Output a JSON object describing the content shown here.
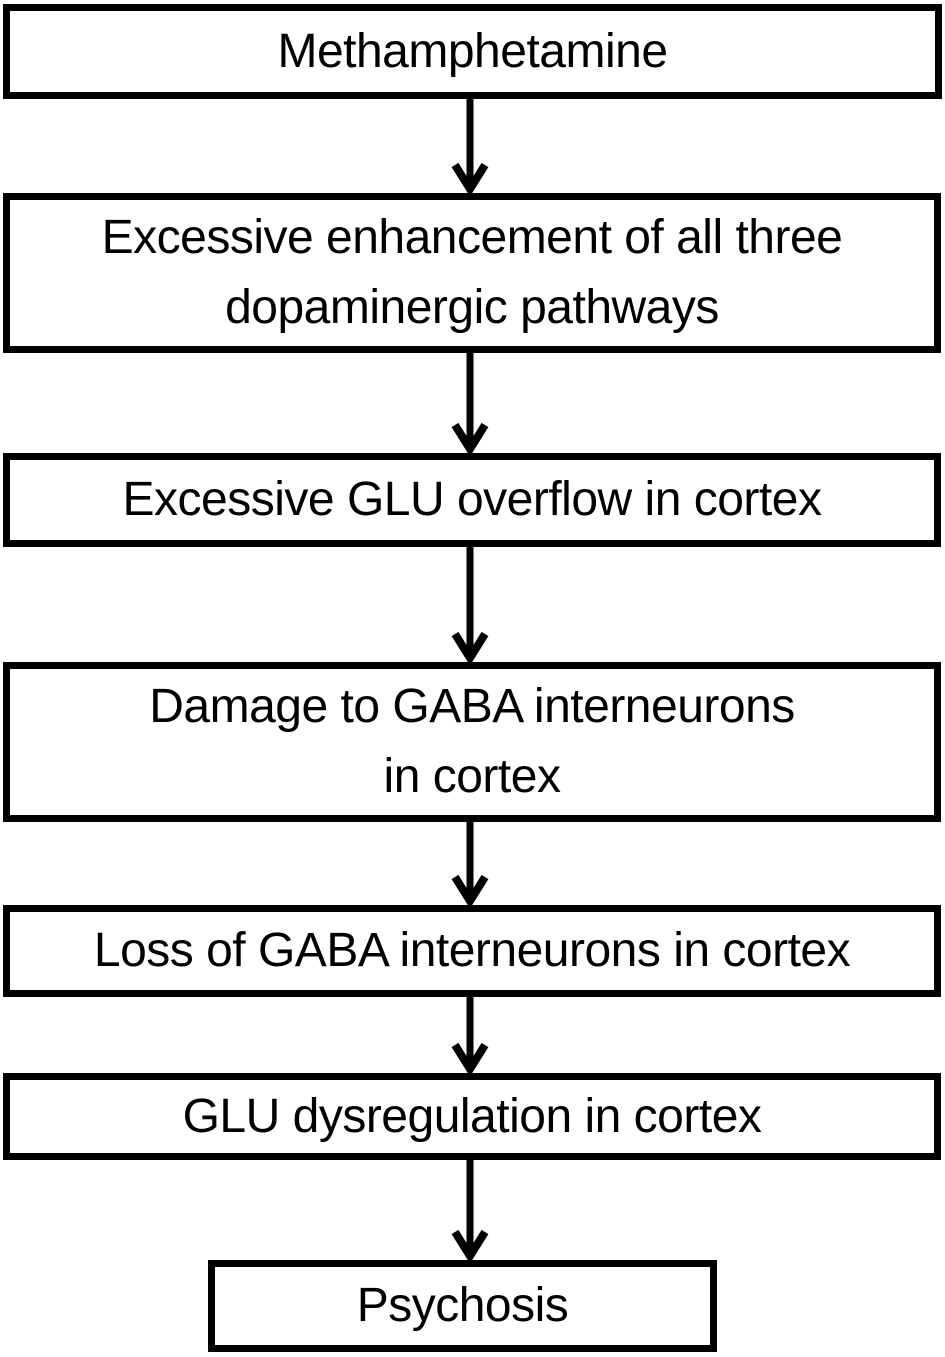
{
  "diagram": {
    "type": "flowchart",
    "direction": "top-down",
    "colors": {
      "background": "#ffffff",
      "box_fill": "#ffffff",
      "box_border": "#000000",
      "text": "#000000",
      "arrow": "#000000"
    },
    "nodes": [
      {
        "id": "methamphetamine",
        "label": "Methamphetamine"
      },
      {
        "id": "dopaminergic-enhancement",
        "label": "Excessive enhancement of all three\ndopaminergic pathways"
      },
      {
        "id": "glu-overflow",
        "label": "Excessive GLU overflow in cortex"
      },
      {
        "id": "gaba-damage",
        "label": "Damage to GABA interneurons\nin cortex"
      },
      {
        "id": "gaba-loss",
        "label": "Loss of GABA interneurons in cortex"
      },
      {
        "id": "glu-dysregulation",
        "label": "GLU dysregulation in cortex"
      },
      {
        "id": "psychosis",
        "label": "Psychosis"
      }
    ],
    "edges": [
      {
        "from": "methamphetamine",
        "to": "dopaminergic-enhancement"
      },
      {
        "from": "dopaminergic-enhancement",
        "to": "glu-overflow"
      },
      {
        "from": "glu-overflow",
        "to": "gaba-damage"
      },
      {
        "from": "gaba-damage",
        "to": "gaba-loss"
      },
      {
        "from": "gaba-loss",
        "to": "glu-dysregulation"
      },
      {
        "from": "glu-dysregulation",
        "to": "psychosis"
      }
    ]
  }
}
